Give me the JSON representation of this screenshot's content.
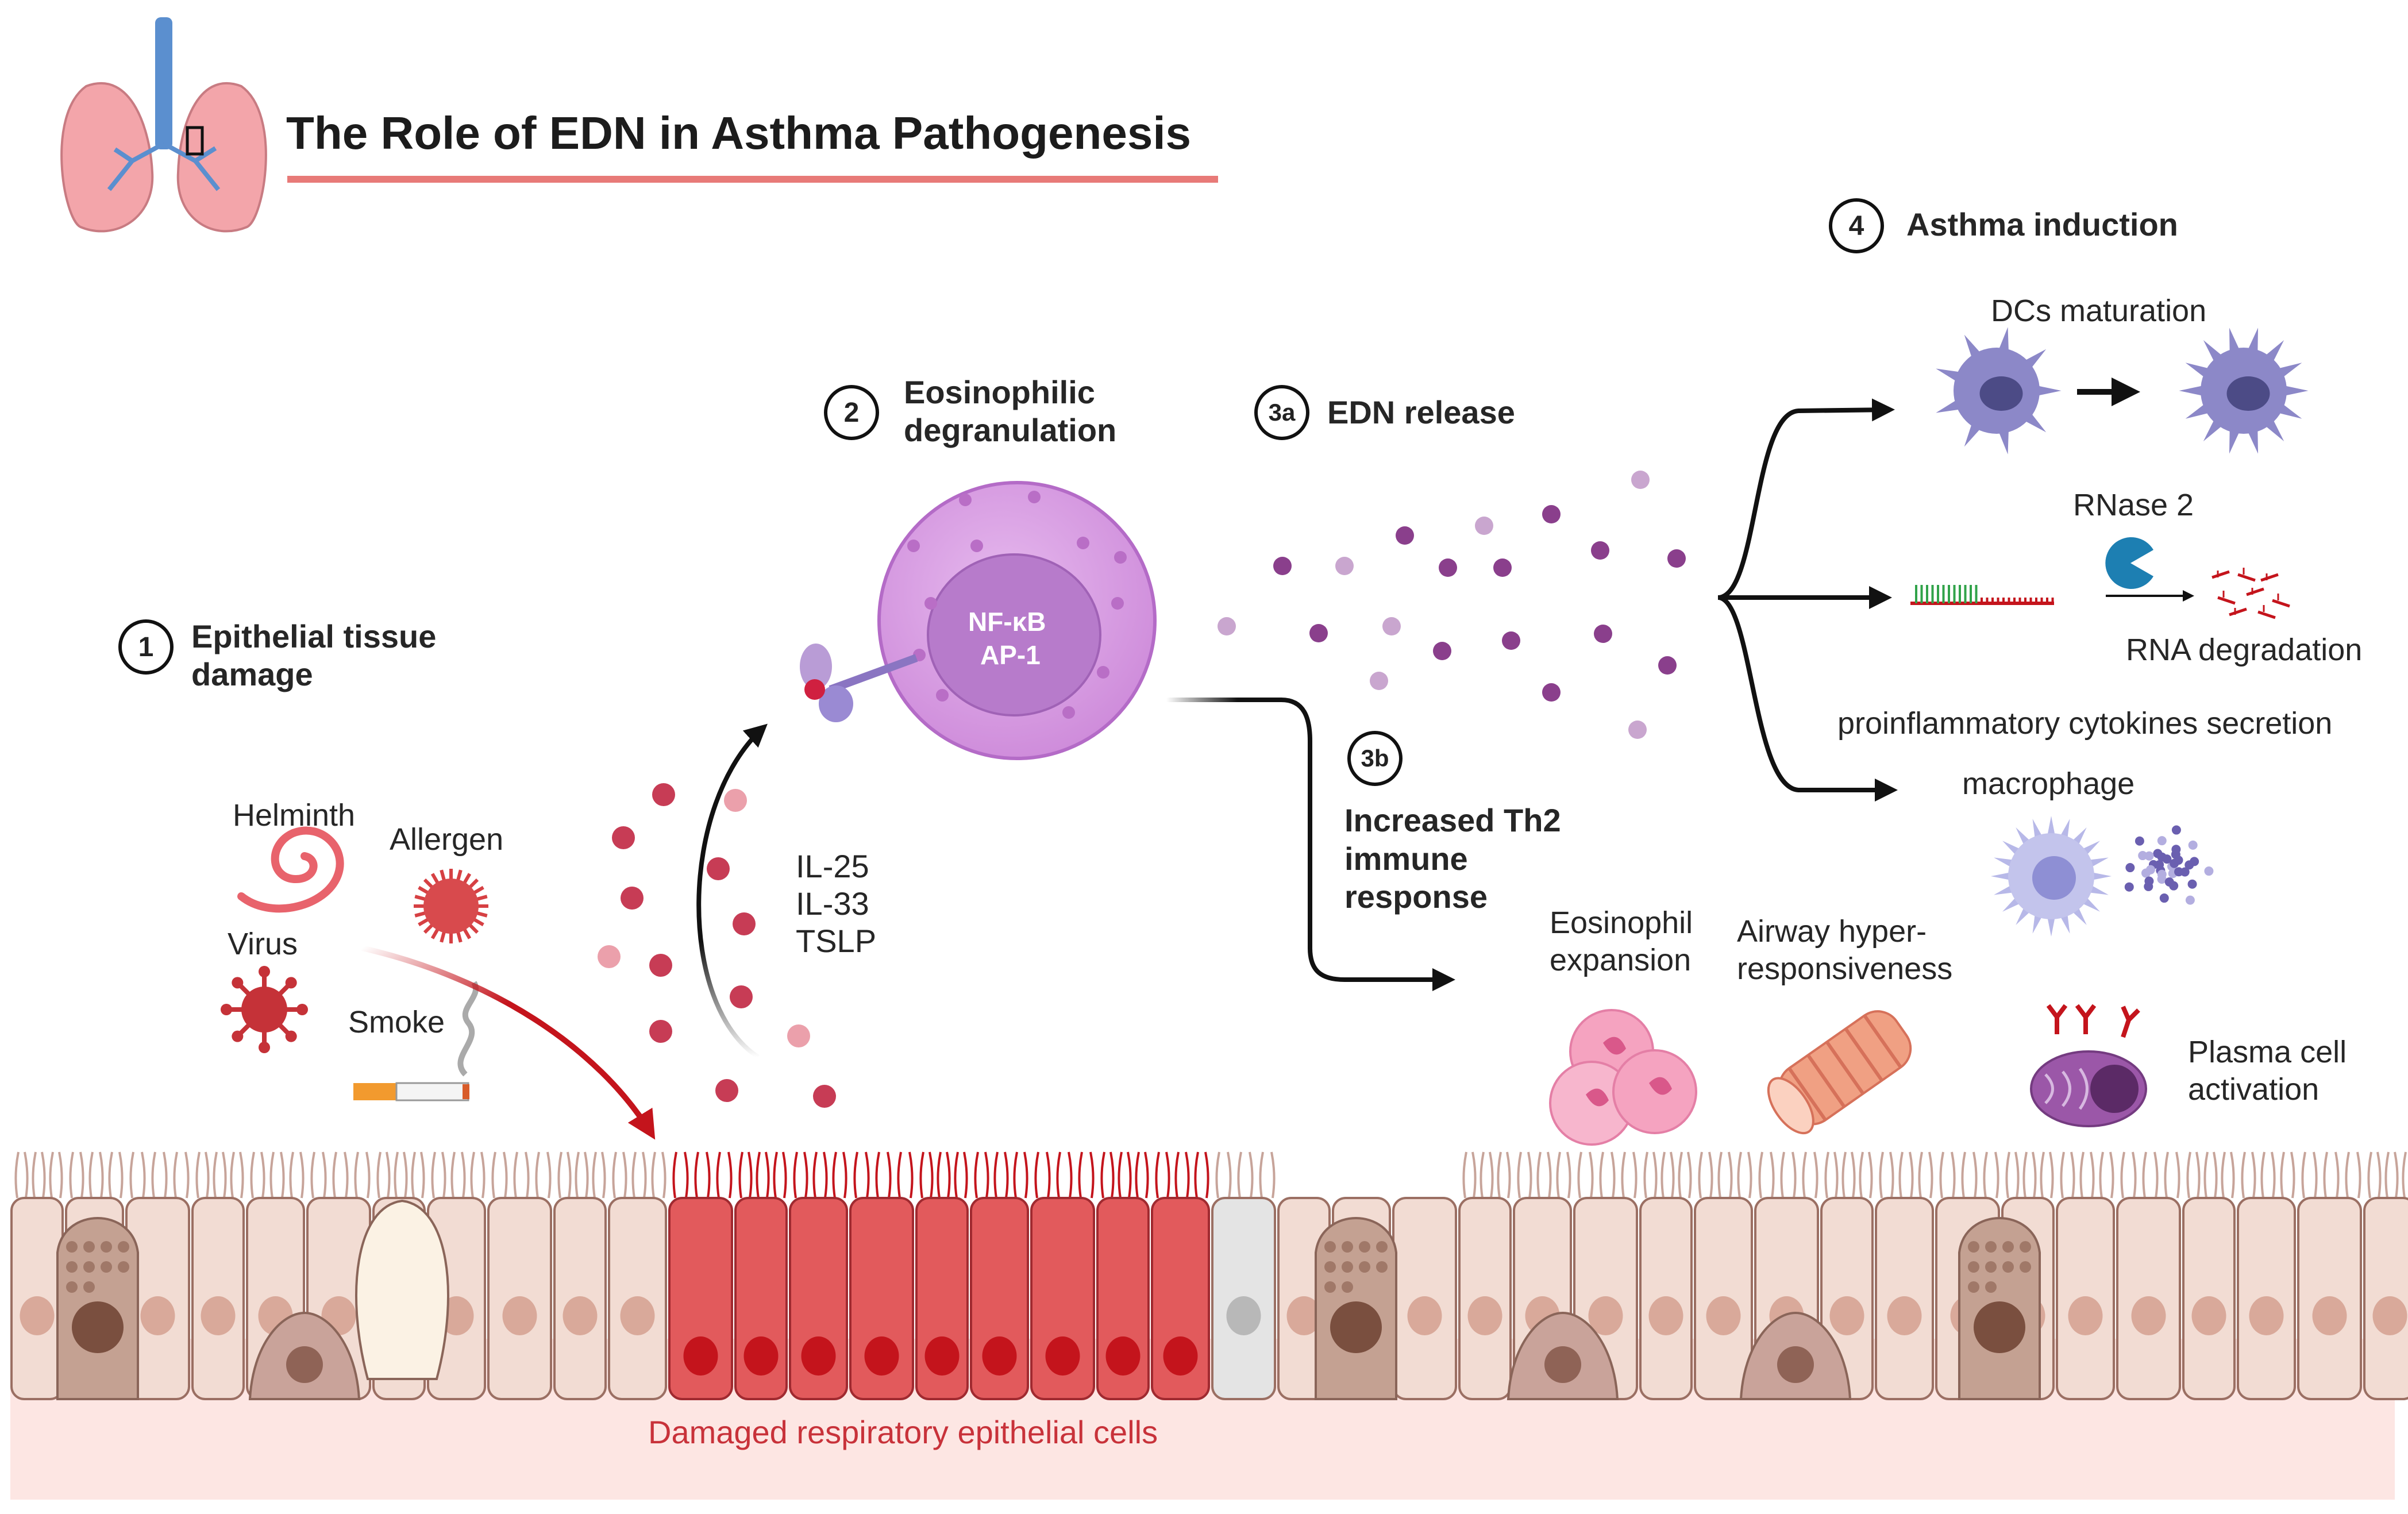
{
  "title": "The Role of EDN in Asthma Pathogenesis",
  "steps": {
    "s1": {
      "num": "1",
      "line1": "Epithelial tissue",
      "line2": "damage"
    },
    "s2": {
      "num": "2",
      "line1": "Eosinophilic",
      "line2": "degranulation"
    },
    "s3a": {
      "num": "3a",
      "label": "EDN release"
    },
    "s3b": {
      "num": "3b",
      "line1": "Increased Th2",
      "line2": "immune",
      "line3": "response"
    },
    "s4": {
      "num": "4",
      "label": "Asthma induction"
    }
  },
  "triggers": {
    "helminth": "Helminth",
    "allergen": "Allergen",
    "virus": "Virus",
    "smoke": "Smoke"
  },
  "cytokines": [
    "IL-25",
    "IL-33",
    "TSLP"
  ],
  "nucleus": {
    "line1": "NF-κB",
    "line2": "AP-1"
  },
  "outcomes": {
    "dc": "DCs maturation",
    "rnase": "RNase 2",
    "rna_deg": "RNA degradation",
    "proinflam": "proinflammatory cytokines secretion",
    "macrophage": "macrophage",
    "eos_exp1": "Eosinophil",
    "eos_exp2": "expansion",
    "airway1": "Airway hyper-",
    "airway2": "responsiveness",
    "plasma1": "Plasma cell",
    "plasma2": "activation"
  },
  "epithelium_label": "Damaged respiratory epithelial cells",
  "colors": {
    "accent_line": "#e87a78",
    "damaged_cell": "#e25a5c",
    "eosinophil": "#d79be3",
    "edn_granule": "#8a3f8c",
    "cytokine_dot": "#c73c55",
    "dc_cell": "#8c88c8",
    "epithelium": "#f0d6cc"
  }
}
